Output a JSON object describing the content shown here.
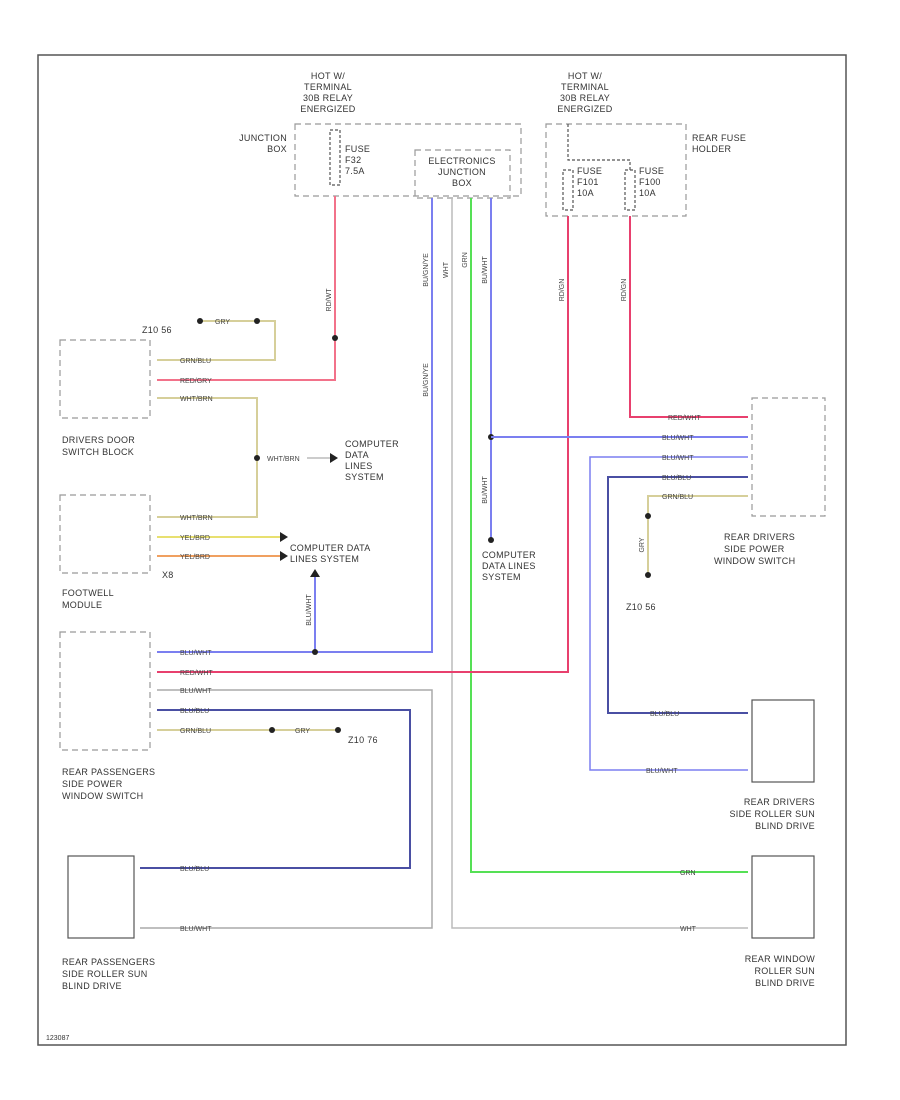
{
  "colors": {
    "red": "#f2728a",
    "pink": "#e8406e",
    "blue": "#7b7ff0",
    "navy": "#4a4fa3",
    "green": "#55e055",
    "tan": "#d6cf9a",
    "yellow": "#e8e070",
    "orange": "#f0a060",
    "gray": "#aaaaaa",
    "dark_gray": "#666666"
  },
  "labels": {
    "hot_left": [
      "HOT W/",
      "TERMINAL",
      "30B RELAY",
      "ENERGIZED"
    ],
    "hot_right": [
      "HOT W/",
      "TERMINAL",
      "30B RELAY",
      "ENERGIZED"
    ],
    "junction_box": [
      "JUNCTION",
      "BOX"
    ],
    "fuse_f32": [
      "FUSE",
      "F32",
      "7.5A"
    ],
    "ejb": [
      "ELECTRONICS",
      "JUNCTION",
      "BOX"
    ],
    "rear_fuse_holder": [
      "REAR FUSE",
      "HOLDER"
    ],
    "fuse_f101": [
      "FUSE",
      "F101",
      "10A"
    ],
    "fuse_f100": [
      "FUSE",
      "F100",
      "10A"
    ],
    "ground_top_left": "Z10 56",
    "drivers_door": [
      "DRIVERS DOOR",
      "SWITCH BLOCK"
    ],
    "cdl_1": [
      "COMPUTER",
      "DATA",
      "LINES",
      "SYSTEM"
    ],
    "footwell": [
      "FOOTWELL",
      "MODULE"
    ],
    "footwell_pin": "X8",
    "cdl_2": [
      "COMPUTER DATA",
      "LINES SYSTEM"
    ],
    "cdl_3": [
      "COMPUTER",
      "DATA LINES",
      "SYSTEM"
    ],
    "rear_drivers_switch": [
      "REAR DRIVERS",
      "SIDE POWER",
      "WINDOW SWITCH"
    ],
    "ground_right": "Z10 56",
    "rear_pass_switch": [
      "REAR PASSENGERS",
      "SIDE POWER",
      "WINDOW SWITCH"
    ],
    "ground_pass": "Z10 76",
    "rear_drivers_blind": [
      "REAR DRIVERS",
      "SIDE ROLLER SUN",
      "BLIND DRIVE"
    ],
    "rear_pass_blind": [
      "REAR PASSENGERS",
      "SIDE ROLLER SUN",
      "BLIND DRIVE"
    ],
    "rear_window_blind": [
      "REAR WINDOW",
      "ROLLER SUN",
      "BLIND DRIVE"
    ],
    "footer": "123087"
  },
  "wires": {
    "f32_out": "RD/WT",
    "ejb_bu_ye": "BU/GN/YE",
    "ejb_wht": "WHT",
    "ejb_grn": "GRN",
    "ejb_bu_wht": "BU/WHT",
    "ejb_bu_wht2": "BU/WHT",
    "f101_out": "RD/GN",
    "f100_out": "RD/GN",
    "ground_gry": "GRY",
    "dd_brn": "GRN/BLU",
    "dd_red": "RED/GRY",
    "dd_wht": "WHT/BRN",
    "splice": "WHT/BRN",
    "fw_wht": "WHT/BRN",
    "fw_yel1": "YEL/BRD",
    "fw_yel2": "YEL/BRD",
    "cdl2_drop": "BLU/WHT",
    "rd_redwht": "RED/WHT",
    "rd_bluwht1": "BLU/WHT",
    "rd_bluwht2": "BLU/WHT",
    "rd_blublu": "BLU/BLU",
    "rd_grnblu": "GRN/BLU",
    "rd_gry": "GRY",
    "rp_bluwht": "BLU/WHT",
    "rp_redwht": "RED/WHT",
    "rp_bluwht2": "BLU/WHT",
    "rp_blublu": "BLU/BLU",
    "rp_grnblu": "GRN/BLU",
    "rp_gry": "GRY",
    "rdb_blublu": "BLU/BLU",
    "rdb_bluwht": "BLU/WHT",
    "rpb_blublu": "BLU/BLU",
    "rpb_bluwht": "BLU/WHT",
    "rwb_grn": "GRN",
    "rwb_wht": "WHT"
  }
}
